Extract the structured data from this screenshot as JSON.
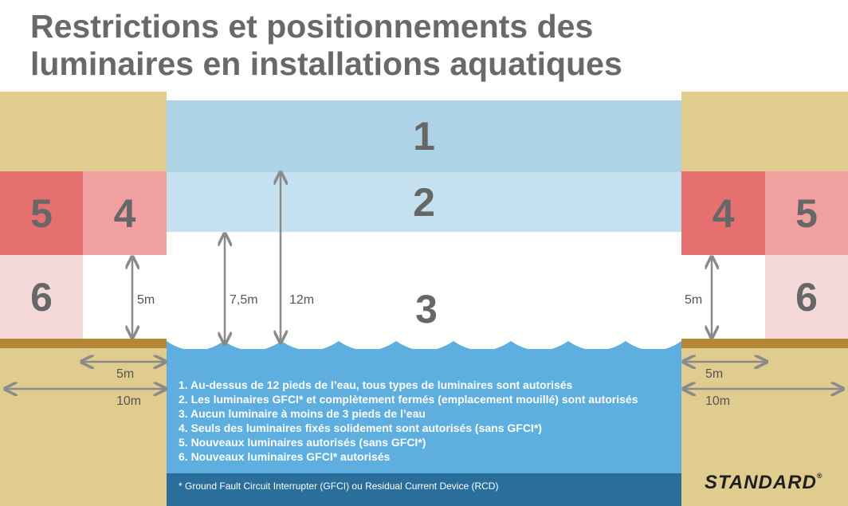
{
  "title": {
    "line1": "Restrictions et positionnements des",
    "line2": "luminaires en installations aquatiques"
  },
  "zones": {
    "z1": "1",
    "z2": "2",
    "z3": "3",
    "z4_left": "4",
    "z4_right": "4",
    "z5_left": "5",
    "z5_right": "5",
    "z6_left": "6",
    "z6_right": "6"
  },
  "dimensions": {
    "height_left_zone4": "5m",
    "height_zone2": "7,5m",
    "height_zone1": "12m",
    "height_right_zone4": "5m",
    "left_5m": "5m",
    "left_10m": "10m",
    "right_5m": "5m",
    "right_10m": "10m"
  },
  "legend": [
    "1. Au-dessus de 12 pieds de l’eau, tous types de luminaires sont autorisés",
    "2. Les luminaires GFCI* et complètement fermés (emplacement mouillé) sont autorisés",
    "3. Aucun luminaire à moins de 3 pieds de l’eau",
    "4. Seuls des luminaires fixés solidement sont autorisés (sans GFCI*)",
    "5. Nouveaux luminaires autorisés (sans GFCI*)",
    "6. Nouveaux luminaires GFCI* autorisés"
  ],
  "footnote": "* Ground Fault Circuit Interrupter (GFCI) ou Residual Current Device (RCD)",
  "brand": {
    "name": "STANDARD",
    "mark": "®"
  },
  "colors": {
    "tan": "#E0CC8E",
    "zone1_blue": "#AED2E6",
    "zone2_blue": "#C5E0EF",
    "zone5_red": "#E66F6F",
    "zone4_red": "#F0A0A0",
    "zone6_pink": "#F5D8D8",
    "deck_brown": "#B48737",
    "pool_blue": "#5FAEE0",
    "footer_blue": "#2A6E9C",
    "text_gray": "#6A6A6A"
  }
}
